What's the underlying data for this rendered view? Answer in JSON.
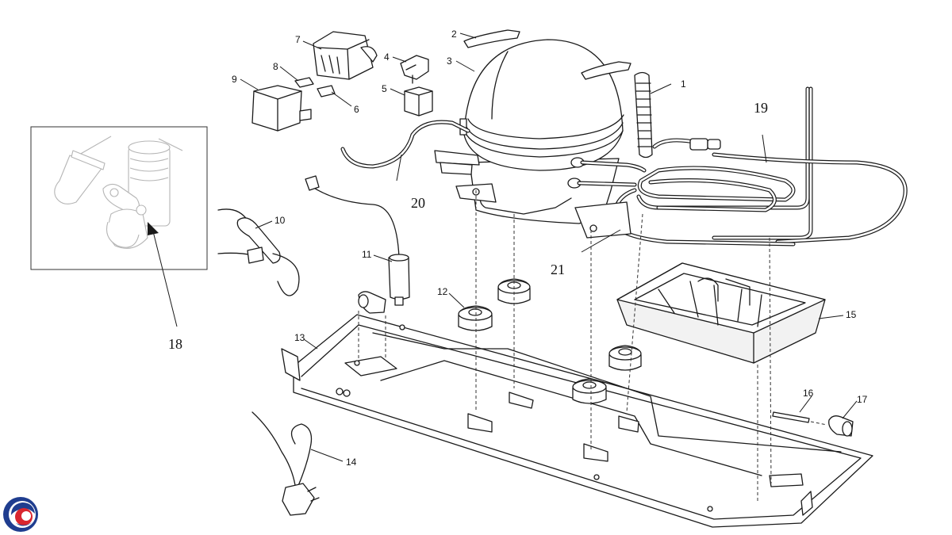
{
  "callouts": {
    "c1": "1",
    "c2": "2",
    "c3": "3",
    "c4": "4",
    "c5": "5",
    "c6": "6",
    "c7": "7",
    "c8": "8",
    "c9": "9",
    "c10": "10",
    "c11": "11",
    "c12": "12",
    "c13": "13",
    "c14": "14",
    "c15": "15",
    "c16": "16",
    "c17": "17",
    "c18": "18",
    "c19": "19",
    "c20": "20",
    "c21": "21"
  },
  "logo": {
    "colors": [
      "#1f3d8f",
      "#d9262f"
    ]
  }
}
